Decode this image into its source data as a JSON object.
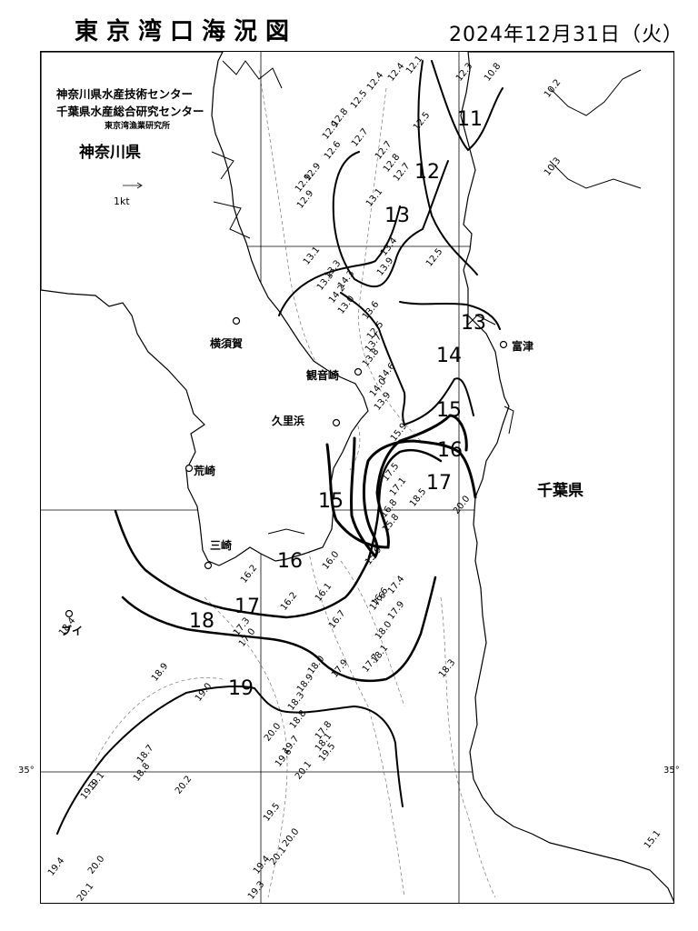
{
  "header": {
    "title": "東京湾口海況図",
    "date": "2024年12月31日（火）"
  },
  "credits": {
    "line1": "神奈川県水産技術センター",
    "line2": "千葉県水産総合研究センター",
    "line3": "東京湾漁業研究所"
  },
  "prefectures": {
    "kanagawa": "神奈川県",
    "chiba": "千葉県"
  },
  "places": {
    "yokosuka": "横須賀",
    "kannonzaki": "観音崎",
    "kurihama": "久里浜",
    "futtsu": "富津",
    "arasaki": "荒崎",
    "misaki": "三崎",
    "buoy": "ブイ"
  },
  "scale_label": "1kt",
  "latitude_label": "35°",
  "isotherms": [
    {
      "label": "11",
      "temp": 11
    },
    {
      "label": "12",
      "temp": 12
    },
    {
      "label": "13",
      "temp": 13
    },
    {
      "label": "13",
      "temp": 13
    },
    {
      "label": "14",
      "temp": 14
    },
    {
      "label": "15",
      "temp": 15
    },
    {
      "label": "15",
      "temp": 15
    },
    {
      "label": "16",
      "temp": 16
    },
    {
      "label": "16",
      "temp": 16
    },
    {
      "label": "17",
      "temp": 17
    },
    {
      "label": "17",
      "temp": 17
    },
    {
      "label": "18",
      "temp": 18
    },
    {
      "label": "19",
      "temp": 19
    }
  ],
  "observations": [
    {
      "t": "12.4"
    },
    {
      "t": "12.1"
    },
    {
      "t": "12.3"
    },
    {
      "t": "10.8"
    },
    {
      "t": "12.4"
    },
    {
      "t": "12.5"
    },
    {
      "t": "12.8"
    },
    {
      "t": "12.5"
    },
    {
      "t": "12.9"
    },
    {
      "t": "12.7"
    },
    {
      "t": "12.6"
    },
    {
      "t": "12.7"
    },
    {
      "t": "12.8"
    },
    {
      "t": "12.9"
    },
    {
      "t": "12.7"
    },
    {
      "t": "12.9"
    },
    {
      "t": "12.9"
    },
    {
      "t": "13.1"
    },
    {
      "t": "13.3"
    },
    {
      "t": "13.4"
    },
    {
      "t": "13.1"
    },
    {
      "t": "13.9"
    },
    {
      "t": "13.3"
    },
    {
      "t": "14.3"
    },
    {
      "t": "14.2"
    },
    {
      "t": "13.0"
    },
    {
      "t": "13.6"
    },
    {
      "t": "12.5"
    },
    {
      "t": "13.7"
    },
    {
      "t": "13.8"
    },
    {
      "t": "14.6"
    },
    {
      "t": "14.0"
    },
    {
      "t": "13.9"
    },
    {
      "t": "15.9"
    },
    {
      "t": "17.5"
    },
    {
      "t": "17.1"
    },
    {
      "t": "18.5"
    },
    {
      "t": "16.8"
    },
    {
      "t": "15.8"
    },
    {
      "t": "15.9"
    },
    {
      "t": "16.0"
    },
    {
      "t": "16.1"
    },
    {
      "t": "16.2"
    },
    {
      "t": "16.7"
    },
    {
      "t": "17.9"
    },
    {
      "t": "17.6"
    },
    {
      "t": "18.0"
    },
    {
      "t": "18.1"
    },
    {
      "t": "17.7"
    },
    {
      "t": "17.9"
    },
    {
      "t": "18.0"
    },
    {
      "t": "18.9"
    },
    {
      "t": "18.3"
    },
    {
      "t": "18.8"
    },
    {
      "t": "17.8"
    },
    {
      "t": "18.1"
    },
    {
      "t": "19.5"
    },
    {
      "t": "20.0"
    },
    {
      "t": "19.7"
    },
    {
      "t": "19.6"
    },
    {
      "t": "20.1"
    },
    {
      "t": "19.5"
    },
    {
      "t": "20.0"
    },
    {
      "t": "19.4"
    },
    {
      "t": "19.3"
    },
    {
      "t": "20.1"
    },
    {
      "t": "19.0"
    },
    {
      "t": "18.9"
    },
    {
      "t": "18.7"
    },
    {
      "t": "18.8"
    },
    {
      "t": "19.1"
    },
    {
      "t": "19.3"
    },
    {
      "t": "19.4"
    },
    {
      "t": "20.2"
    },
    {
      "t": "20.0"
    },
    {
      "t": "20.1"
    },
    {
      "t": "18.4"
    },
    {
      "t": "10.2"
    },
    {
      "t": "10.3"
    },
    {
      "t": "12.5"
    },
    {
      "t": "18.3"
    },
    {
      "t": "15.1"
    },
    {
      "t": "16.2"
    },
    {
      "t": "17.3"
    },
    {
      "t": "17.0"
    },
    {
      "t": "16.6"
    },
    {
      "t": "17.4"
    },
    {
      "t": "20.0"
    }
  ]
}
